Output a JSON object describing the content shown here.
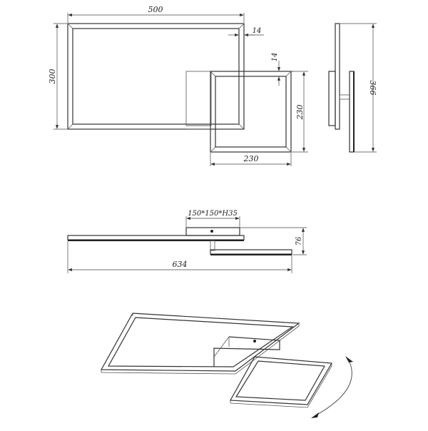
{
  "drawing": {
    "type": "product-dimension-drawing",
    "subject": "LED ceiling light, two rectangular frames",
    "line_color": "#333333",
    "background": "#ffffff"
  },
  "front_view": {
    "large_frame_width": "500",
    "large_frame_height": "300",
    "frame_profile_horizontal": "14",
    "frame_profile_vertical": "14",
    "small_frame_height": "230",
    "small_frame_width": "230"
  },
  "side_view": {
    "total_height": "366"
  },
  "top_view": {
    "canopy": "150*150*H35",
    "total_depth": "76",
    "total_length": "634"
  },
  "iso_view": {
    "rotation_arrow": "rotate-arrow"
  }
}
